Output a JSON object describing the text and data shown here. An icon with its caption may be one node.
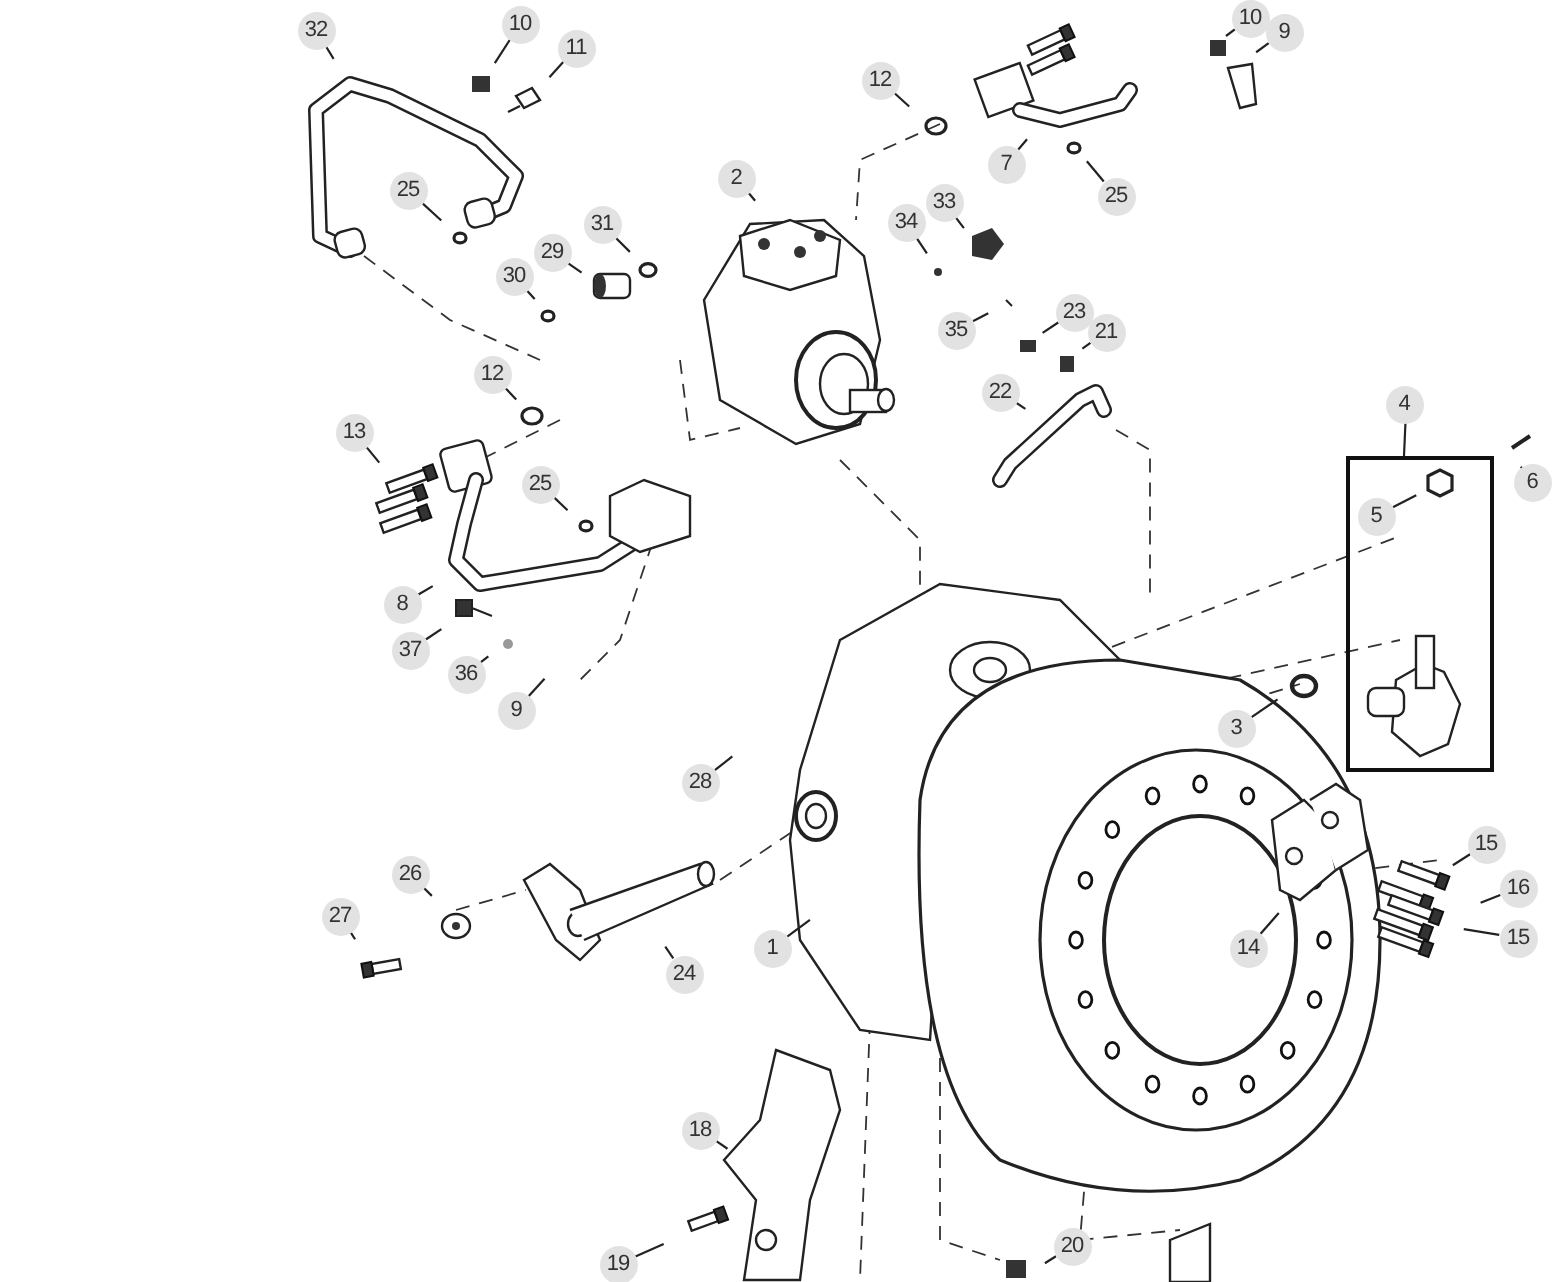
{
  "diagram": {
    "nodes": [
      {
        "text": [
          "32"
        ]
      },
      {
        "text": [
          "10"
        ]
      },
      {
        "text": [
          "11"
        ]
      },
      {
        "text": [
          "10"
        ]
      },
      {
        "text": [
          "9"
        ]
      },
      {
        "text": [
          "12"
        ]
      },
      {
        "text": [
          "7"
        ]
      },
      {
        "text": [
          "25"
        ]
      },
      {
        "text": [
          "25"
        ]
      },
      {
        "text": [
          "2"
        ]
      },
      {
        "text": [
          "29"
        ]
      },
      {
        "text": [
          "31"
        ]
      },
      {
        "text": [
          "34"
        ]
      },
      {
        "text": [
          "33"
        ]
      },
      {
        "text": [
          "30"
        ]
      },
      {
        "text": [
          "35"
        ]
      },
      {
        "text": [
          "23"
        ]
      },
      {
        "text": [
          "21"
        ]
      },
      {
        "text": [
          "22"
        ]
      },
      {
        "text": [
          "12"
        ]
      },
      {
        "text": [
          "13"
        ]
      },
      {
        "text": [
          "25"
        ]
      },
      {
        "text": [
          "4"
        ]
      },
      {
        "text": [],
        "shape": "box"
      },
      {
        "text": [
          "5"
        ],
        "in": 23
      },
      {
        "text": [
          "6"
        ]
      },
      {
        "text": [
          "8"
        ]
      },
      {
        "text": [
          "37"
        ]
      },
      {
        "text": [
          "36"
        ]
      },
      {
        "text": [
          "9"
        ]
      },
      {
        "text": [
          "3"
        ]
      },
      {
        "text": [
          "28"
        ]
      },
      {
        "text": [
          "1"
        ]
      },
      {
        "text": [
          "15"
        ]
      },
      {
        "text": [
          "16"
        ]
      },
      {
        "text": [
          "15"
        ]
      },
      {
        "text": [
          "14"
        ]
      },
      {
        "text": [
          "26"
        ]
      },
      {
        "text": [
          "27"
        ]
      },
      {
        "text": [
          "24"
        ]
      },
      {
        "text": [
          "18"
        ]
      },
      {
        "text": [
          "20"
        ]
      },
      {
        "text": [
          "19"
        ]
      }
    ],
    "edges": [
      {
        "from": 0,
        "to": null,
        "arrow": "none"
      },
      {
        "from": 1,
        "to": null,
        "arrow": "none"
      },
      {
        "from": 2,
        "to": null,
        "arrow": "none"
      },
      {
        "from": 3,
        "to": null,
        "arrow": "none"
      },
      {
        "from": 4,
        "to": null,
        "arrow": "none"
      },
      {
        "from": 5,
        "to": null,
        "arrow": "none"
      },
      {
        "from": 6,
        "to": null,
        "arrow": "none"
      },
      {
        "from": 7,
        "to": null,
        "arrow": "none"
      },
      {
        "from": 8,
        "to": null,
        "arrow": "none"
      },
      {
        "from": 9,
        "to": null,
        "arrow": "none"
      },
      {
        "from": 10,
        "to": null,
        "arrow": "none"
      },
      {
        "from": 11,
        "to": null,
        "arrow": "none"
      },
      {
        "from": 12,
        "to": null,
        "arrow": "none"
      },
      {
        "from": 13,
        "to": null,
        "arrow": "none"
      },
      {
        "from": 14,
        "to": null,
        "arrow": "none"
      },
      {
        "from": 15,
        "to": null,
        "arrow": "none"
      },
      {
        "from": 16,
        "to": null,
        "arrow": "none"
      },
      {
        "from": 17,
        "to": null,
        "arrow": "none"
      },
      {
        "from": 18,
        "to": null,
        "arrow": "none"
      },
      {
        "from": 19,
        "to": null,
        "arrow": "none"
      },
      {
        "from": 20,
        "to": null,
        "arrow": "none"
      },
      {
        "from": 21,
        "to": null,
        "arrow": "none"
      },
      {
        "from": 22,
        "to": 23,
        "arrow": "none"
      },
      {
        "from": 24,
        "to": null,
        "arrow": "none"
      },
      {
        "from": 25,
        "to": null,
        "arrow": "none"
      },
      {
        "from": 26,
        "to": null,
        "arrow": "none"
      },
      {
        "from": 27,
        "to": null,
        "arrow": "none"
      },
      {
        "from": 28,
        "to": null,
        "arrow": "none"
      },
      {
        "from": 29,
        "to": null,
        "arrow": "none"
      },
      {
        "from": 30,
        "to": null,
        "arrow": "none"
      },
      {
        "from": 31,
        "to": null,
        "arrow": "none"
      },
      {
        "from": 32,
        "to": null,
        "arrow": "none"
      },
      {
        "from": 33,
        "to": null,
        "arrow": "none"
      },
      {
        "from": 34,
        "to": null,
        "arrow": "none"
      },
      {
        "from": 35,
        "to": null,
        "arrow": "none"
      },
      {
        "from": 36,
        "to": null,
        "arrow": "none"
      },
      {
        "from": 37,
        "to": null,
        "arrow": "none"
      },
      {
        "from": 38,
        "to": null,
        "arrow": "none"
      },
      {
        "from": 39,
        "to": null,
        "arrow": "none"
      },
      {
        "from": 40,
        "to": null,
        "arrow": "none"
      },
      {
        "from": 41,
        "to": null,
        "arrow": "none"
      },
      {
        "from": 42,
        "to": null,
        "arrow": "none"
      }
    ]
  }
}
